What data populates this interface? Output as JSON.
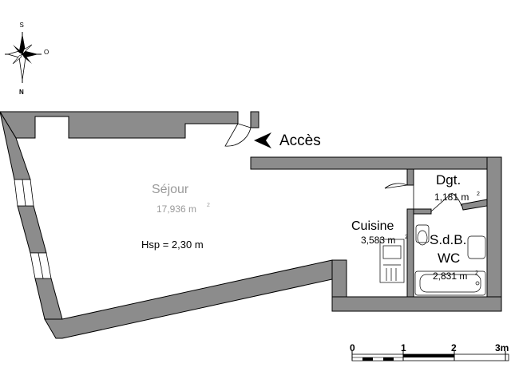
{
  "compass": {
    "top": "S",
    "right": "O",
    "bottom": "N"
  },
  "entrance": {
    "label": "Accès"
  },
  "rooms": {
    "sejour": {
      "name": "Séjour",
      "area": "17,936 m",
      "height_note": "Hsp = 2,30 m"
    },
    "cuisine": {
      "name": "Cuisine",
      "area": "3,583 m"
    },
    "dgt": {
      "name": "Dgt.",
      "area": "1,181 m"
    },
    "sdb": {
      "name_line1": "S.d.B.",
      "name_line2": "WC",
      "area": "2,831 m"
    }
  },
  "area_unit_exponent": "2",
  "scale_bar": {
    "labels": [
      "0",
      "1",
      "2",
      "3m"
    ]
  },
  "colors": {
    "wall": "#8c8c8c",
    "wall_stroke": "#000000",
    "label_light": "#9a9a9a"
  }
}
